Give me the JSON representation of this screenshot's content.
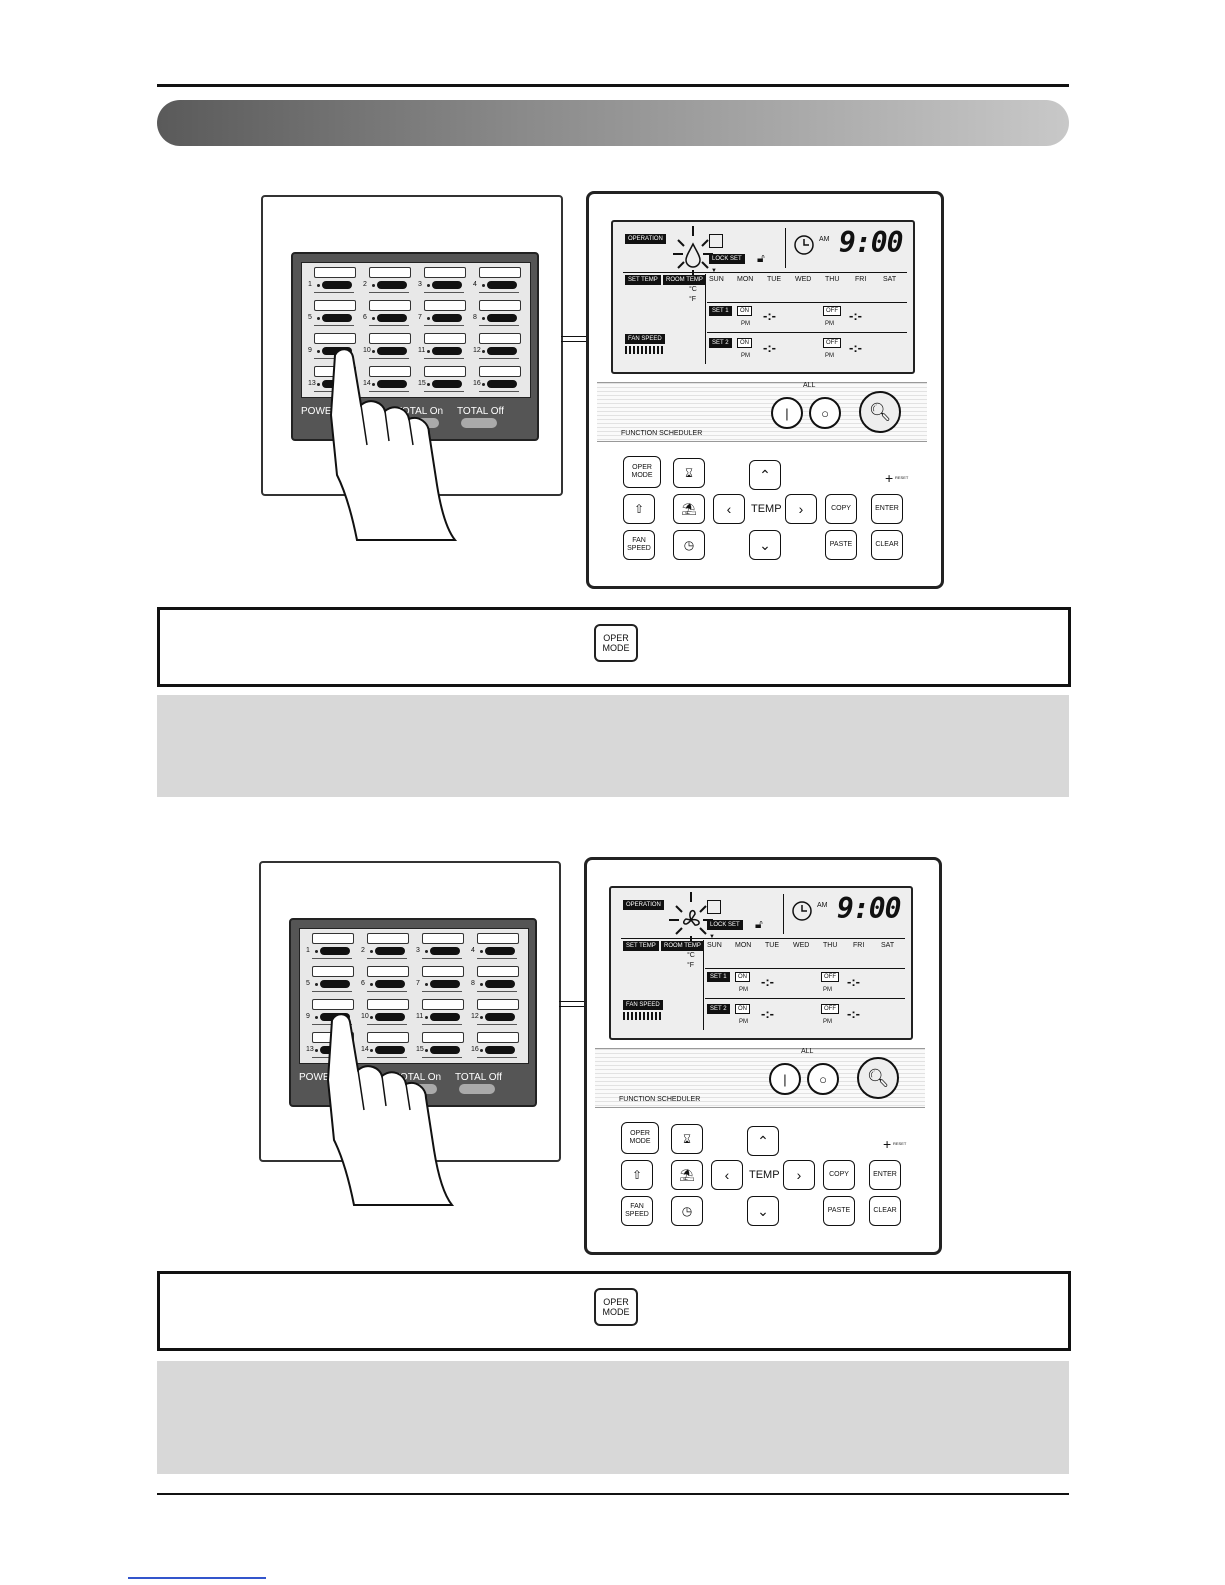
{
  "page": {
    "instruction_icon": {
      "line1": "OPER",
      "line2": "MODE"
    }
  },
  "touch_panel": {
    "unit_numbers": [
      "1",
      "2",
      "3",
      "4",
      "5",
      "6",
      "7",
      "8",
      "9",
      "10",
      "11",
      "12",
      "13",
      "14",
      "15",
      "16"
    ],
    "power_label": "POWER",
    "total_on_label": "TOTAL On",
    "total_off_label": "TOTAL Off"
  },
  "remote": {
    "operation_label": "OPERATION",
    "lock_set_label": "LOCK SET",
    "set_temp_label": "SET TEMP",
    "room_temp_label": "ROOM TEMP",
    "celsius": "°C",
    "fahrenheit": "°F",
    "fan_speed_label": "FAN SPEED",
    "am_label": "AM",
    "time": "9:00",
    "days": [
      "SUN",
      "MON",
      "TUE",
      "WED",
      "THU",
      "FRI",
      "SAT"
    ],
    "set1_label": "SET 1",
    "set2_label": "SET 2",
    "on_label": "ON",
    "off_label": "OFF",
    "pm_label": "PM",
    "time_placeholder": "-:-",
    "all_label": "ALL",
    "function_scheduler_label": "FUNCTION SCHEDULER",
    "oper_mode": {
      "line1": "OPER",
      "line2": "MODE"
    },
    "fan_speed_key": {
      "line1": "FAN",
      "line2": "SPEED"
    },
    "temp_label": "TEMP",
    "copy_label": "COPY",
    "paste_label": "PASTE",
    "enter_label": "ENTER",
    "clear_label": "CLEAR",
    "reset_label": "RESET"
  },
  "figures": [
    {
      "mode_icon": "drop-icon"
    },
    {
      "mode_icon": "fan-icon"
    }
  ]
}
